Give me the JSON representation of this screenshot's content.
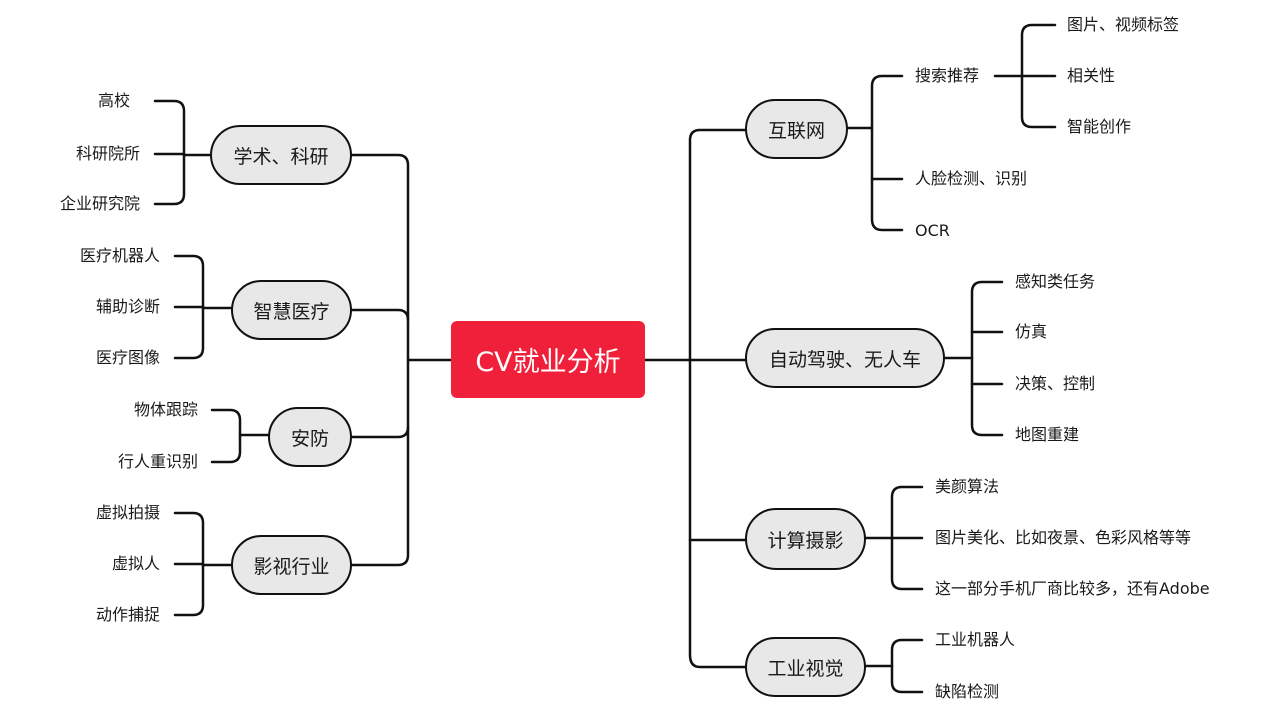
{
  "root": "CV就业分析",
  "left": [
    {
      "label": "学术、科研",
      "children": [
        "高校",
        "科研院所",
        "企业研究院"
      ]
    },
    {
      "label": "智慧医疗",
      "children": [
        "医疗机器人",
        "辅助诊断",
        "医疗图像"
      ]
    },
    {
      "label": "安防",
      "children": [
        "物体跟踪",
        "行人重识别"
      ]
    },
    {
      "label": "影视行业",
      "children": [
        "虚拟拍摄",
        "虚拟人",
        "动作捕捉"
      ]
    }
  ],
  "right": [
    {
      "label": "互联网",
      "children": [
        "搜索推荐",
        "人脸检测、识别",
        "OCR"
      ],
      "sub": [
        "图片、视频标签",
        "相关性",
        "智能创作"
      ]
    },
    {
      "label": "自动驾驶、无人车",
      "children": [
        "感知类任务",
        "仿真",
        "决策、控制",
        "地图重建"
      ]
    },
    {
      "label": "计算摄影",
      "children": [
        "美颜算法",
        "图片美化、比如夜景、色彩风格等等",
        "这一部分手机厂商比较多，还有Adobe"
      ]
    },
    {
      "label": "工业视觉",
      "children": [
        "工业机器人",
        "缺陷检测"
      ]
    }
  ]
}
